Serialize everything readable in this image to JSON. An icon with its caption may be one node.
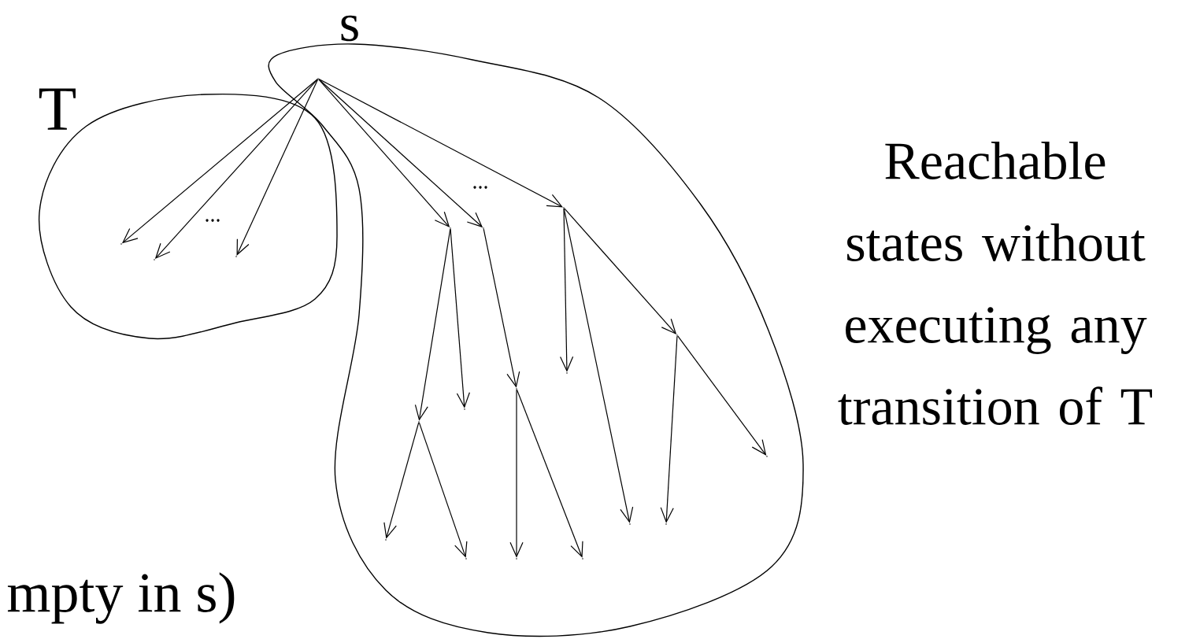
{
  "diagram": {
    "nodes": [
      {
        "text": [
          "T"
        ]
      },
      {
        "text": [],
        "shape": "blob",
        "beside": [
          "Reachable states without executing any transition of T"
        ]
      },
      {
        "text": [],
        "shape": "point",
        "beside": [
          "s"
        ],
        "in": 1
      },
      {
        "text": [],
        "shape": "point",
        "in": 0
      },
      {
        "text": [],
        "shape": "point",
        "in": 0
      },
      {
        "text": [],
        "shape": "point",
        "in": 0
      },
      {
        "text": [],
        "shape": "point",
        "in": 1
      },
      {
        "text": [],
        "shape": "point",
        "in": 1
      },
      {
        "text": [],
        "shape": "point",
        "in": 1
      },
      {
        "text": [],
        "shape": "point",
        "in": 1
      },
      {
        "text": [],
        "shape": "point",
        "in": 1
      },
      {
        "text": [],
        "shape": "point",
        "in": 1
      },
      {
        "text": [],
        "shape": "point",
        "in": 1
      },
      {
        "text": [],
        "shape": "point",
        "in": 1
      },
      {
        "text": [],
        "shape": "point",
        "in": 1
      },
      {
        "text": [],
        "shape": "point",
        "in": 1
      },
      {
        "text": [],
        "shape": "point",
        "in": 1
      },
      {
        "text": [],
        "shape": "point",
        "in": 1
      },
      {
        "text": [],
        "shape": "point",
        "in": 1
      },
      {
        "text": [],
        "shape": "point",
        "in": 1
      },
      {
        "text": [],
        "shape": "point",
        "in": 1
      }
    ],
    "edges": [
      {
        "from": 2,
        "to": 3,
        "arrow": "to"
      },
      {
        "from": 2,
        "to": 4,
        "arrow": "to"
      },
      {
        "from": 2,
        "to": 5,
        "arrow": "to"
      },
      {
        "from": 2,
        "to": 6,
        "arrow": "to"
      },
      {
        "from": 2,
        "to": 7,
        "arrow": "to"
      },
      {
        "from": 2,
        "to": 8,
        "arrow": "to"
      },
      {
        "from": 6,
        "to": 9,
        "arrow": "to"
      },
      {
        "from": 6,
        "to": 10,
        "arrow": "to"
      },
      {
        "from": 10,
        "to": 11,
        "arrow": "to"
      },
      {
        "from": 10,
        "to": 12,
        "arrow": "to"
      },
      {
        "from": 7,
        "to": 13,
        "arrow": "to"
      },
      {
        "from": 13,
        "to": 14,
        "arrow": "to"
      },
      {
        "from": 13,
        "to": 15,
        "arrow": "to"
      },
      {
        "from": 8,
        "to": 16,
        "arrow": "to"
      },
      {
        "from": 8,
        "to": 17,
        "arrow": "to"
      },
      {
        "from": 8,
        "to": 18,
        "arrow": "to"
      },
      {
        "from": 18,
        "to": 19,
        "arrow": "to"
      },
      {
        "from": 18,
        "to": 20,
        "arrow": "to"
      }
    ],
    "labels": [
      "...",
      "...",
      "mpty in s)"
    ]
  }
}
